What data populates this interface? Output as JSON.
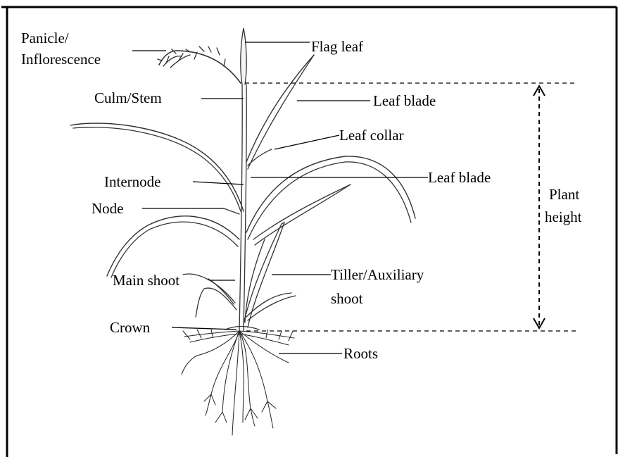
{
  "labels": {
    "panicle": "Panicle/",
    "inflorescence": "Inflorescence",
    "flag_leaf": "Flag leaf",
    "culm": "Culm/Stem",
    "leaf_blade_upper": "Leaf blade",
    "leaf_collar": "Leaf collar",
    "internode": "Internode",
    "leaf_blade_lower": "Leaf blade",
    "node": "Node",
    "plant": "Plant",
    "height": "height",
    "main_shoot": "Main shoot",
    "tiller": "Tiller/Auxiliary",
    "tiller_2": "shoot",
    "crown": "Crown",
    "roots": "Roots"
  },
  "colors": {
    "ink": "#000000",
    "frame": "#000000",
    "background": "#ffffff"
  }
}
